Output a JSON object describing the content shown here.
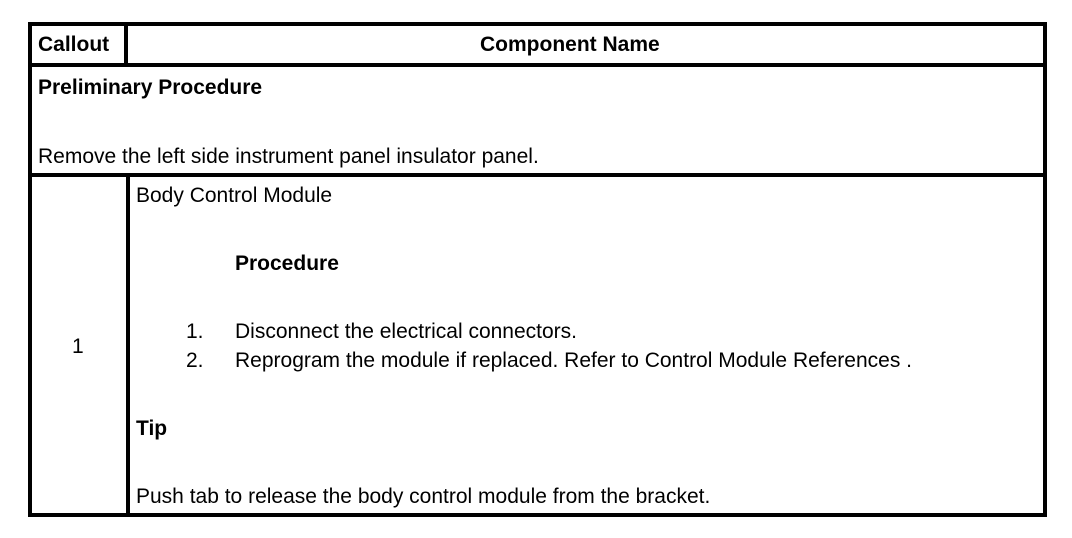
{
  "header": {
    "callout": "Callout",
    "component_name": "Component Name"
  },
  "preliminary": {
    "title": "Preliminary Procedure",
    "text": "Remove the left side instrument panel insulator panel."
  },
  "row1": {
    "callout": "1",
    "component": "Body Control Module",
    "procedure_title": "Procedure",
    "steps": [
      {
        "num": "1.",
        "text": "Disconnect the electrical connectors."
      },
      {
        "num": "2.",
        "text": "Reprogram the module if replaced. Refer to Control Module References ."
      }
    ],
    "tip_title": "Tip",
    "tip_text": "Push tab to release the body control module from the bracket."
  }
}
